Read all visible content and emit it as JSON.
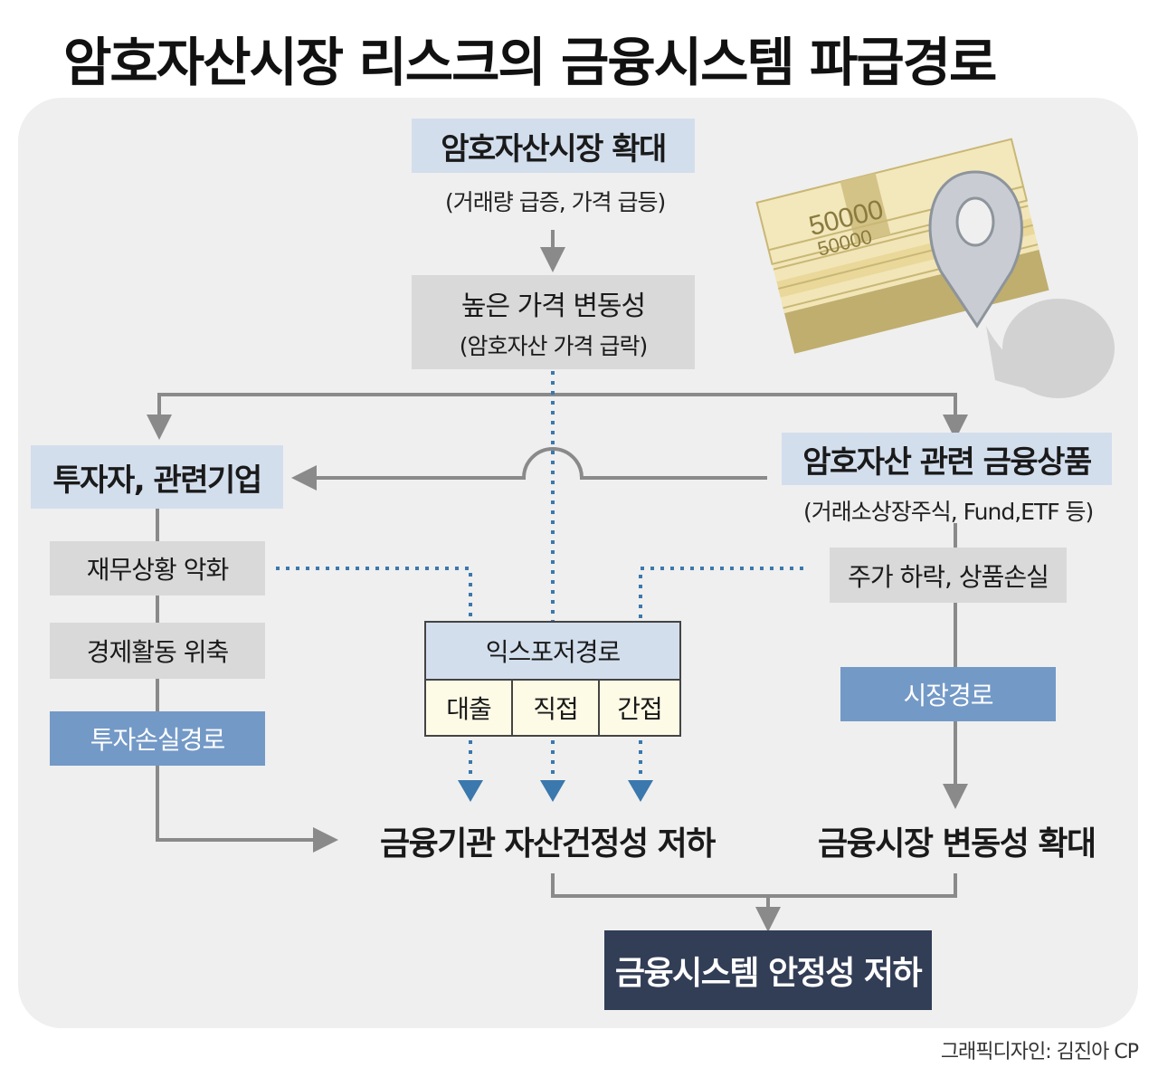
{
  "title": "암호자산시장 리스크의 금융시스템 파급경로",
  "nodes": {
    "expansion": {
      "label": "암호자산시장 확대",
      "sub": "(거래량 급증, 가격 급등)"
    },
    "volatility": {
      "label": "높은 가격 변동성",
      "sub": "(암호자산 가격 급락)"
    },
    "investors": {
      "label": "투자자, 관련기업"
    },
    "products": {
      "label": "암호자산 관련 금융상품",
      "sub": "(거래소상장주식, Fund,ETF 등)"
    },
    "finance_worsen": {
      "label": "재무상황 악화"
    },
    "econ_shrink": {
      "label": "경제활동 위축"
    },
    "invest_loss_path": {
      "label": "투자손실경로"
    },
    "stock_fall": {
      "label": "주가 하락, 상품손실"
    },
    "market_path": {
      "label": "시장경로"
    },
    "exposure": {
      "header": "익스포저경로",
      "cells": [
        "대출",
        "직접",
        "간접"
      ]
    },
    "asset_soundness": {
      "label": "금융기관 자산건정성 저하"
    },
    "market_volatility": {
      "label": "금융시장 변동성 확대"
    },
    "system_stability": {
      "label": "금융시스템 안정성 저하"
    }
  },
  "illustration": {
    "banknote_denomination": "50000"
  },
  "credit": "그래픽디자인: 김진아 CP",
  "colors": {
    "light_blue": "#d3deed",
    "gray_box": "#d9d9d9",
    "mid_blue": "#7399c7",
    "dark_navy": "#323d56",
    "dotted_blue": "#3a78ad",
    "arrow_gray": "#8a8a8a",
    "panel_bg": "#efefef"
  }
}
